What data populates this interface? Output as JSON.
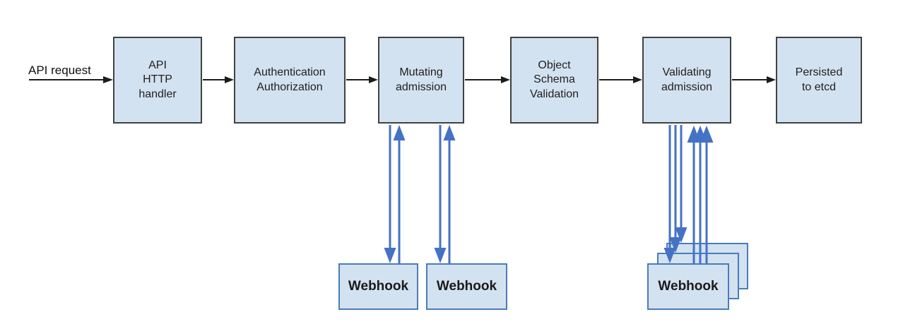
{
  "diagram": {
    "request_label": "API request",
    "pipeline": [
      {
        "label": "API\nHTTP\nhandler"
      },
      {
        "label": "Authentication\nAuthorization"
      },
      {
        "label": "Mutating\nadmission"
      },
      {
        "label": "Object\nSchema\nValidation"
      },
      {
        "label": "Validating\nadmission"
      },
      {
        "label": "Persisted\nto etcd"
      }
    ],
    "mutating_webhooks": [
      {
        "label": "Webhook"
      },
      {
        "label": "Webhook"
      }
    ],
    "validating_webhooks": {
      "label": "Webhook",
      "stacked_cards": 3
    },
    "arrows": {
      "flow_direction": "left-to-right",
      "mutating_webhook_call_pairs": 2,
      "validating_webhook_down_arrows": 3,
      "validating_webhook_up_arrows": 3
    },
    "colors": {
      "background": "#ffffff",
      "node_fill": "#d3e2f0",
      "node_border": "#3f4242",
      "webhook_border": "#4a7cba",
      "flow_arrow": "#1c1c1c",
      "webhook_arrow": "#4472c4"
    }
  }
}
